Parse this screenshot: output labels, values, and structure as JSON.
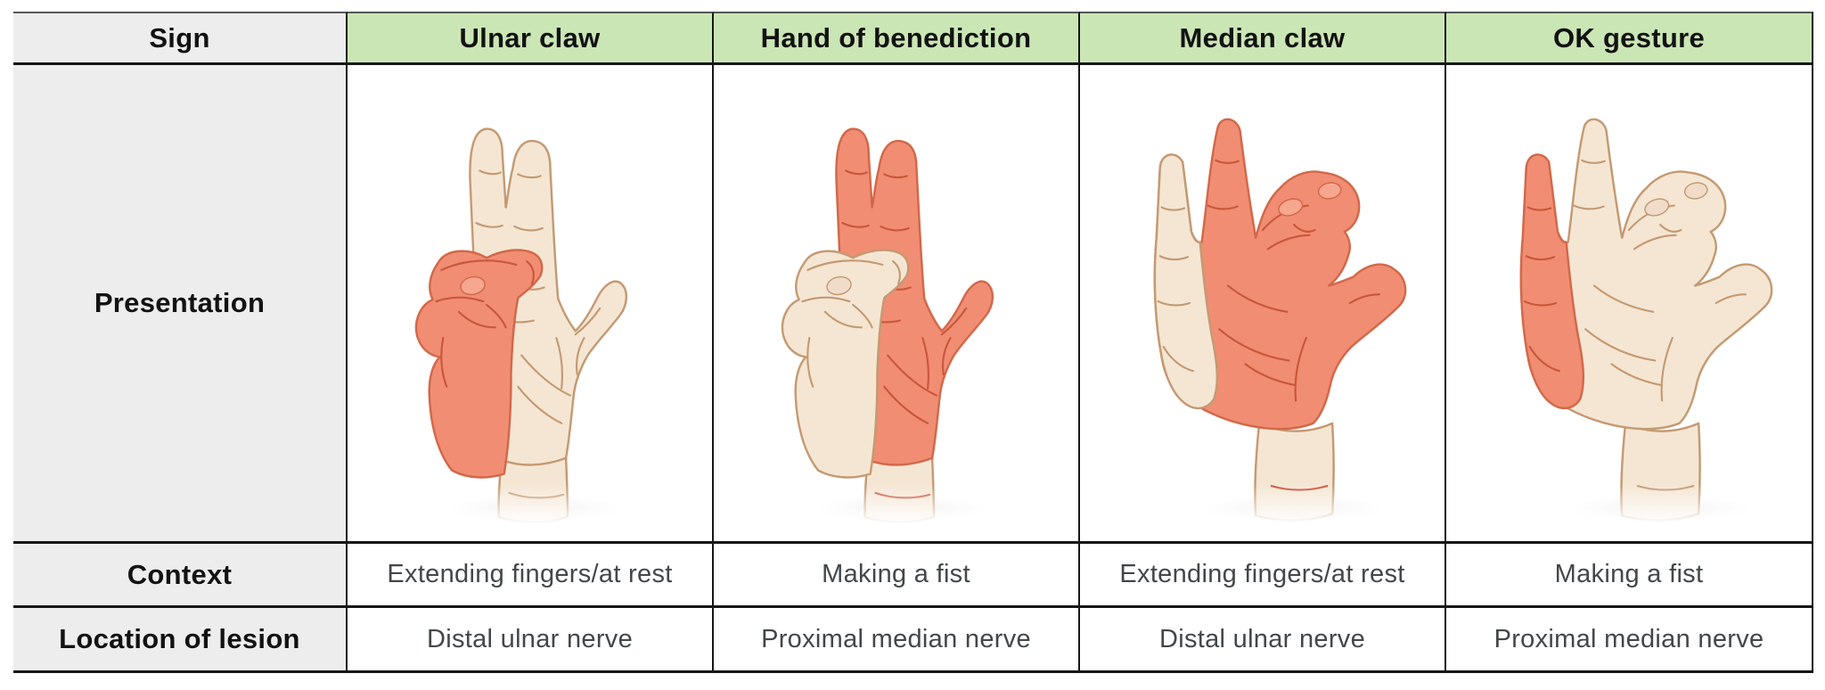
{
  "colors": {
    "header_green": "#cbe6b5",
    "label_gray": "#ededed",
    "highlight_salmon": "#f18d72",
    "skin_cream": "#f5e6d4",
    "border_dark": "#161616",
    "cell_text": "#42474a"
  },
  "table": {
    "corner_label": "Sign",
    "row_labels": {
      "presentation": "Presentation",
      "context": "Context",
      "lesion": "Location of lesion"
    },
    "signs": [
      {
        "name": "Ulnar claw",
        "illustration": "hand-ulnar-claw-icon",
        "context": "Extending fingers/at rest",
        "lesion": "Distal ulnar nerve"
      },
      {
        "name": "Hand of benediction",
        "illustration": "hand-of-benediction-icon",
        "context": "Making a fist",
        "lesion": "Proximal median nerve"
      },
      {
        "name": "Median claw",
        "illustration": "hand-median-claw-icon",
        "context": "Extending fingers/at rest",
        "lesion": "Distal ulnar nerve"
      },
      {
        "name": "OK gesture",
        "illustration": "hand-ok-gesture-icon",
        "context": "Making a fist",
        "lesion": "Proximal median nerve"
      }
    ]
  }
}
